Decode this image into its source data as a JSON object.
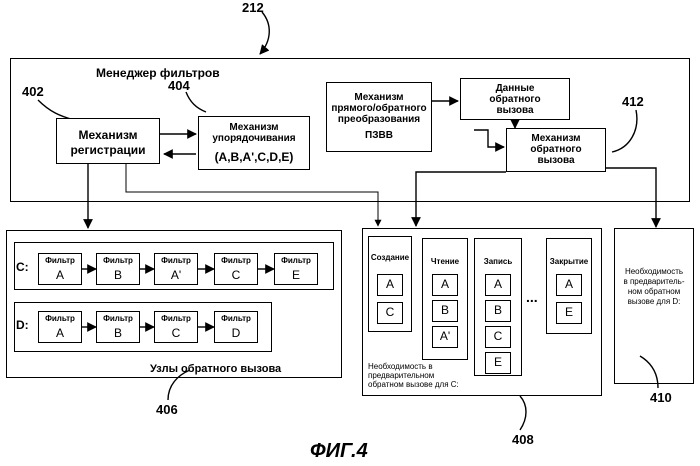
{
  "refs": {
    "r212": "212",
    "r402": "402",
    "r404": "404",
    "r412": "412",
    "r406": "406",
    "r408": "408",
    "r410": "410"
  },
  "filter_manager": {
    "title": "Менеджер фильтров",
    "registration": [
      "Механизм",
      "регистрации"
    ],
    "ordering": [
      "Механизм",
      "упорядочивания",
      "(A,B,A',C,D,E)"
    ],
    "conversion": [
      "Механизм",
      "прямого/обратного",
      "преобразования",
      "ПЗВВ"
    ],
    "callback_data": [
      "Данные",
      "обратного",
      "вызова"
    ],
    "callback_mech": [
      "Механизм",
      "обратного",
      "вызова"
    ]
  },
  "nodes": {
    "label": "Узлы обратного вызова",
    "filter_word": "Фильтр",
    "rows": [
      {
        "key": "C:",
        "filters": [
          "A",
          "B",
          "A'",
          "C",
          "E"
        ]
      },
      {
        "key": "D:",
        "filters": [
          "A",
          "B",
          "C",
          "D"
        ]
      }
    ]
  },
  "ops": {
    "columns": [
      {
        "head": "Создание",
        "items": [
          "A",
          "C"
        ]
      },
      {
        "head": "Чтение",
        "items": [
          "A",
          "B",
          "A'"
        ]
      },
      {
        "head": "Запись",
        "items": [
          "A",
          "B",
          "C",
          "E"
        ]
      },
      {
        "head": "Закрытие",
        "items": [
          "A",
          "E"
        ]
      }
    ],
    "ellipsis": "...",
    "note": [
      "Необходимость в",
      "предварительном",
      "обратном вызове для C:"
    ]
  },
  "need_d": [
    "Необходимость",
    "в предваритель-",
    "ном обратном",
    "вызове для D:"
  ],
  "caption": "ФИГ.4"
}
